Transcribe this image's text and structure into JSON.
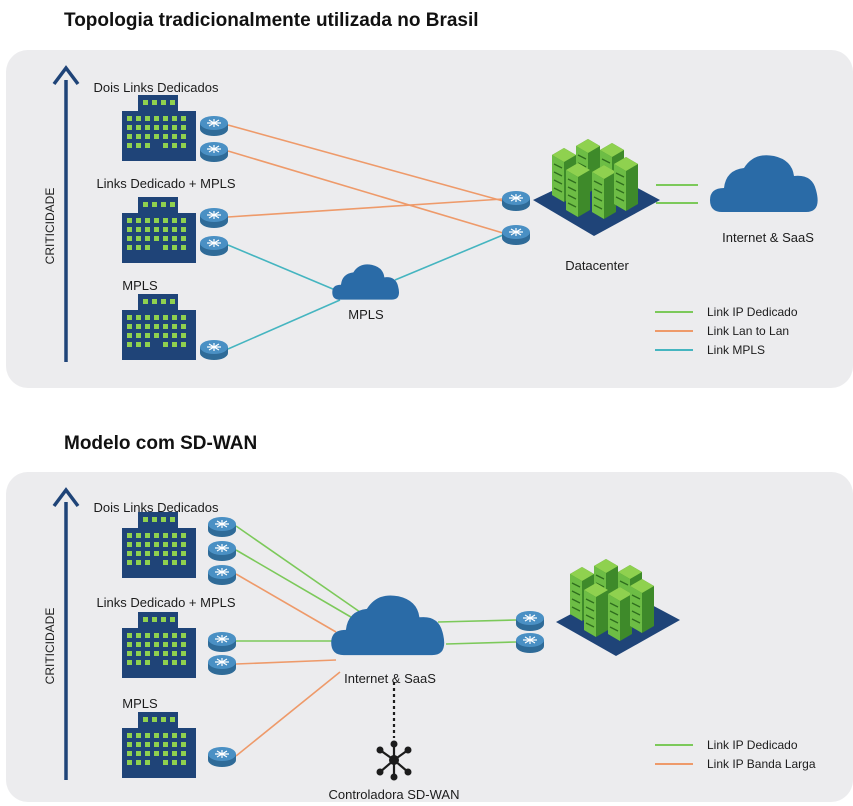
{
  "diagram1": {
    "title": "Topologia tradicionalmente utilizada no Brasil",
    "axis_label": "CRITICIDADE",
    "site_dois": "Dois Links Dedicados",
    "site_dedicado_mpls": "Links Dedicado + MPLS",
    "site_mpls": "MPLS",
    "mpls_cloud": "MPLS",
    "datacenter": "Datacenter",
    "internet": "Internet & SaaS",
    "legend": [
      {
        "label": "Link IP Dedicado",
        "color": "#7cc95a"
      },
      {
        "label": "Link Lan to Lan",
        "color": "#ee9a6a"
      },
      {
        "label": "Link MPLS",
        "color": "#45b5c0"
      }
    ]
  },
  "diagram2": {
    "title": "Modelo com SD-WAN",
    "axis_label": "CRITICIDADE",
    "site_dois": "Dois Links Dedicados",
    "site_dedicado_mpls": "Links Dedicado + MPLS",
    "site_mpls": "MPLS",
    "internet": "Internet & SaaS",
    "controller": "Controladora SD-WAN",
    "legend": [
      {
        "label": "Link IP Dedicado",
        "color": "#7cc95a"
      },
      {
        "label": "Link IP Banda Larga",
        "color": "#ee9a6a"
      }
    ]
  },
  "colors": {
    "navy": "#1f4478",
    "building_window": "#8fd14f",
    "router": "#3f84b8",
    "cloud": "#2a6ba7",
    "server": "#6dbd45"
  },
  "icons": [
    "building-icon",
    "router-icon",
    "cloud-icon",
    "datacenter-icon",
    "hub-icon",
    "up-arrow-icon"
  ]
}
